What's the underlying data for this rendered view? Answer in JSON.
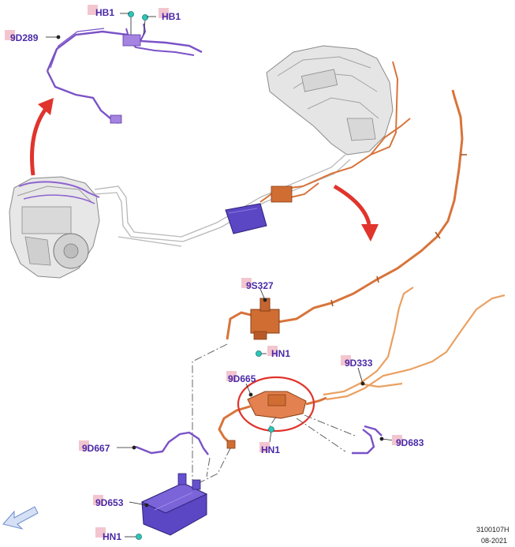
{
  "callouts": {
    "hb1_left": "HB1",
    "hb1_right": "HB1",
    "p9d289": "9D289",
    "p9s327": "9S327",
    "hn1_top": "HN1",
    "p9d333": "9D333",
    "p9d665": "9D665",
    "hn1_mid": "HN1",
    "p9d667": "9D667",
    "p9d683": "9D683",
    "p9d653": "9D653",
    "hn1_bottom": "HN1"
  },
  "footer": {
    "ref_number": "3100107H",
    "date": "08-2021"
  },
  "colors": {
    "label_text": "#4b2aa8",
    "label_box": "#f3c6cf",
    "purple_part": "#7a52c7",
    "orange_part": "#d8743a",
    "light_orange": "#eaa061",
    "grey_line": "#b8b8b8",
    "highlight": "#e0342c",
    "clip": "#2fc4b9",
    "arrow_blue": "#6b8ed0"
  }
}
